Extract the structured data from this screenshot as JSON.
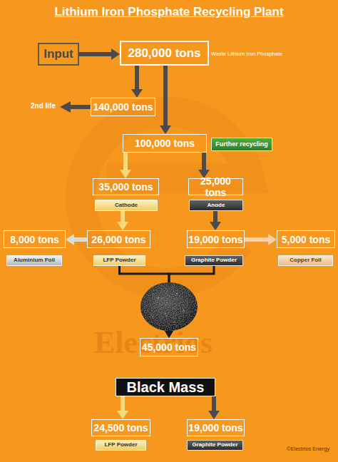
{
  "diagram": {
    "title": "Lithium Iron Phosphate Recycling Plant",
    "nodes": [
      {
        "text": [
          "Input"
        ]
      },
      {
        "text": [
          "280,000 tons",
          "Waste Lithium Iron Phosphate"
        ]
      },
      {
        "text": [
          "140,000 tons"
        ]
      },
      {
        "text": [
          "100,000 tons"
        ]
      },
      {
        "text": [
          "Further recycling"
        ]
      },
      {
        "text": [
          "35,000 tons"
        ]
      },
      {
        "text": [
          "25,000 tons"
        ]
      },
      {
        "text": [
          "Cathode"
        ]
      },
      {
        "text": [
          "Anode"
        ]
      },
      {
        "text": [
          "8,000 tons"
        ]
      },
      {
        "text": [
          "26,000 tons"
        ]
      },
      {
        "text": [
          "19,000 tons"
        ]
      },
      {
        "text": [
          "5,000 tons"
        ]
      },
      {
        "text": [
          "Aluminium Foil"
        ]
      },
      {
        "text": [
          "LFP Powder"
        ]
      },
      {
        "text": [
          "Graphite Powder"
        ]
      },
      {
        "text": [
          "Copper Foil"
        ]
      },
      {
        "text": [
          "45,000 tons"
        ]
      },
      {
        "text": [
          "Black Mass"
        ]
      },
      {
        "text": [
          "24,500 tons"
        ]
      },
      {
        "text": [
          "19,000 tons"
        ]
      },
      {
        "text": [
          "LFP Powder"
        ]
      },
      {
        "text": [
          "Graphite Powder"
        ]
      }
    ],
    "edges": [
      {
        "from": 0,
        "to": 1,
        "arrow": "to"
      },
      {
        "from": 1,
        "to": 2,
        "arrow": "to"
      },
      {
        "from": 1,
        "to": 3,
        "arrow": "to"
      },
      {
        "from": 3,
        "to": 5,
        "arrow": "to"
      },
      {
        "from": 3,
        "to": 6,
        "arrow": "to"
      },
      {
        "from": 7,
        "to": 10,
        "arrow": "to"
      },
      {
        "from": 8,
        "to": 11,
        "arrow": "to"
      },
      {
        "from": 10,
        "to": 9,
        "arrow": "to"
      },
      {
        "from": 11,
        "to": 12,
        "arrow": "to"
      },
      {
        "from": 14,
        "to": 17,
        "arrow": "to"
      },
      {
        "from": 15,
        "to": 17,
        "arrow": "to"
      },
      {
        "from": 18,
        "to": 19,
        "arrow": "to"
      },
      {
        "from": 18,
        "to": 20,
        "arrow": "to"
      }
    ],
    "labels": [
      "2nd life",
      "Electrios",
      "©Electrios Energy"
    ]
  }
}
